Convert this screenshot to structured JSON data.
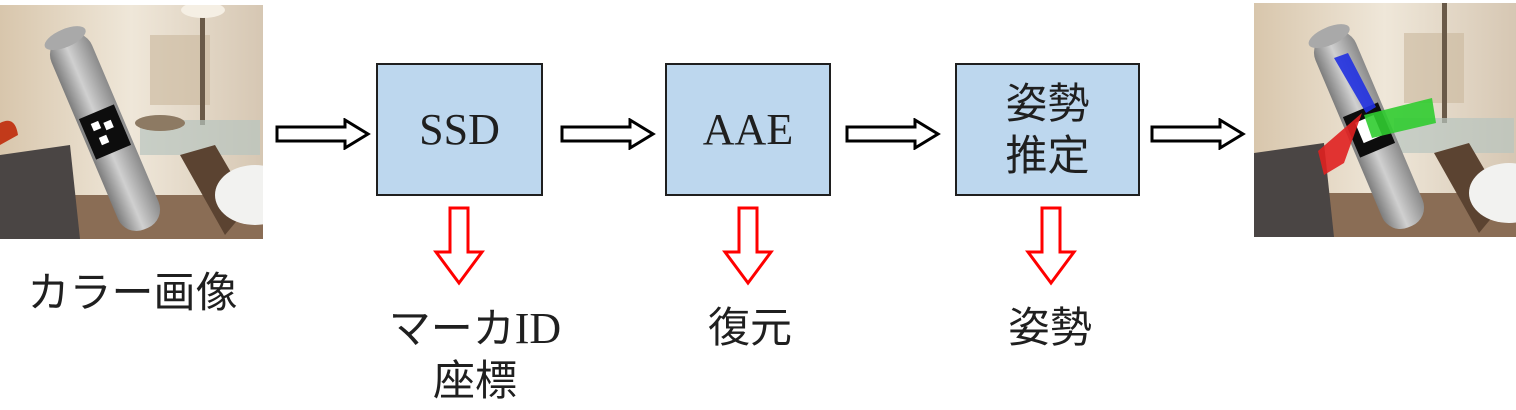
{
  "input_label": "カラー画像",
  "stages": [
    {
      "name": "SSD",
      "output": {
        "line1": "マーカ",
        "line1_suffix": "ID",
        "line2": "座標"
      }
    },
    {
      "name": "AAE",
      "output": {
        "line1": "復元"
      }
    },
    {
      "name_line1": "姿勢",
      "name_line2": "推定",
      "output": {
        "line1": "姿勢"
      }
    }
  ],
  "colors": {
    "box_fill": "#bdd7ee",
    "box_border": "#1f1f1f",
    "output_arrow": "#ff0000",
    "flow_arrow": "#000000",
    "axis_x": "#e02020",
    "axis_y": "#30cc30",
    "axis_z": "#2030e0"
  },
  "icons": [
    "input-photo",
    "output-photo-with-pose-axes",
    "flow-arrow-icon",
    "output-arrow-icon"
  ]
}
